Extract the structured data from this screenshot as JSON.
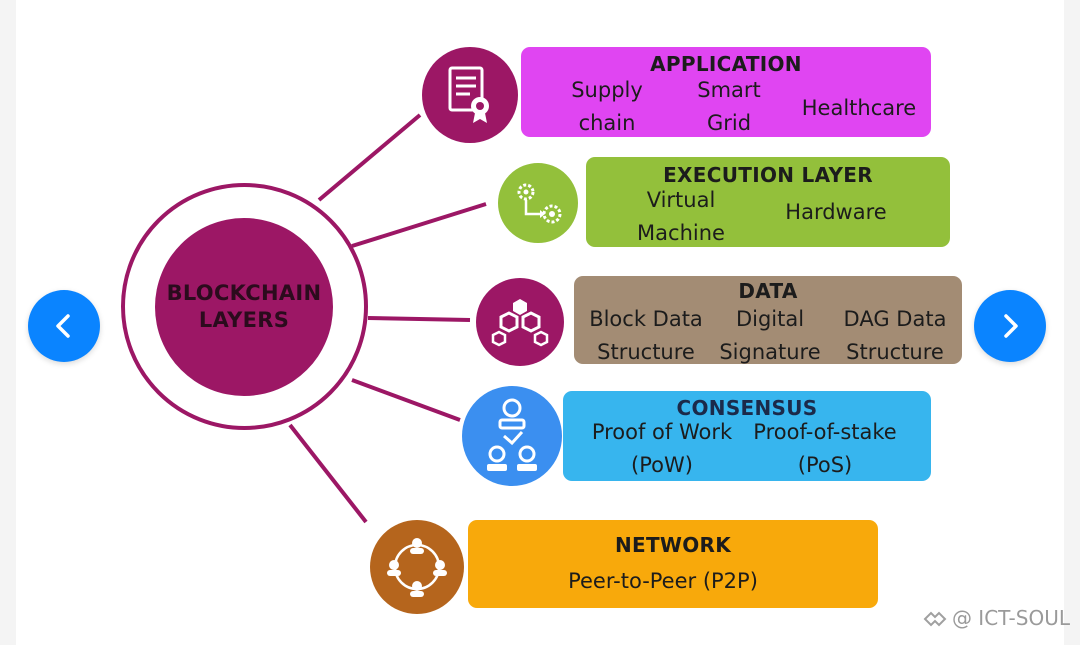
{
  "hub": {
    "label": "BLOCKCHAIN\nLAYERS"
  },
  "layers": {
    "application": {
      "title": "APPLICATION",
      "items": [
        "Supply\nchain",
        "Smart\nGrid",
        "Healthcare"
      ],
      "box_color": "#e045f2",
      "icon_color": "#9c1765",
      "icon": "certificate-icon"
    },
    "execution": {
      "title": "EXECUTION LAYER",
      "items": [
        "Virtual\nMachine",
        "Hardware"
      ],
      "box_color": "#93c03b",
      "icon_color": "#93c03b",
      "icon": "gears-flow-icon"
    },
    "data": {
      "title": "DATA",
      "items": [
        "Block Data\nStructure",
        "Digital\nSignature",
        "DAG Data\nStructure"
      ],
      "box_color": "#a38c74",
      "icon_color": "#9c1765",
      "icon": "block-chain-icon"
    },
    "consensus": {
      "title": "CONSENSUS",
      "items": [
        "Proof of Work\n(PoW)",
        "Proof-of-stake\n(PoS)"
      ],
      "box_color": "#37b5ee",
      "icon_color": "#3b8ff0",
      "icon": "node-hierarchy-icon"
    },
    "network": {
      "title": "NETWORK",
      "items": [
        "Peer-to-Peer (P2P)"
      ],
      "box_color": "#f8a90b",
      "icon_color": "#b5651d",
      "icon": "people-network-icon"
    }
  },
  "colors": {
    "hub": "#9c1765",
    "connector": "#9c1765",
    "nav": "#0a84ff"
  },
  "watermark": "@ ICT-SOUL",
  "nav": {
    "prev": "chevron-left-icon",
    "next": "chevron-right-icon"
  }
}
